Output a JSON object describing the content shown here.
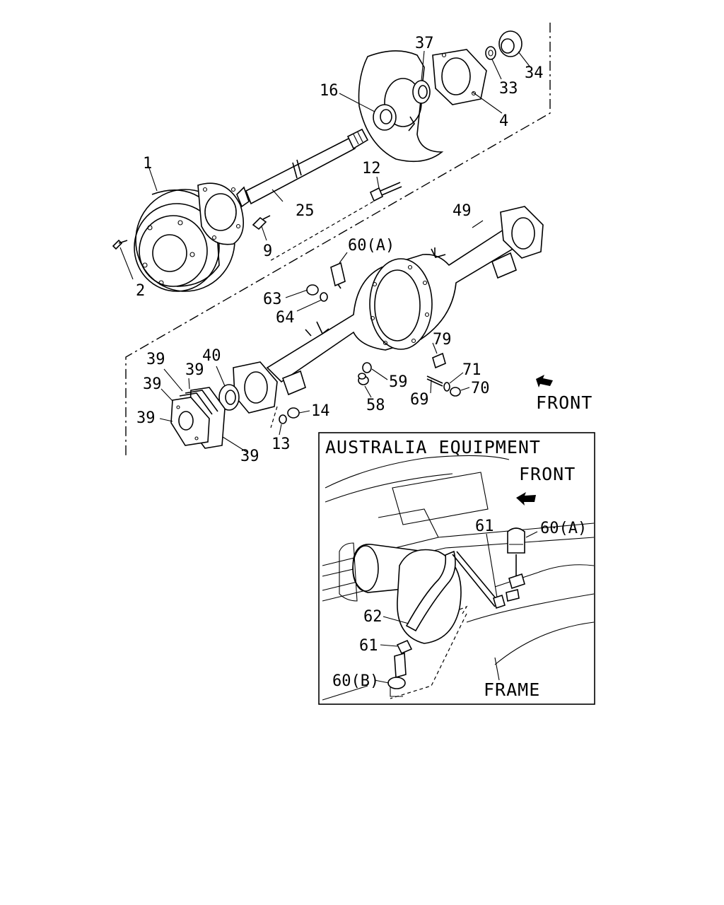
{
  "labels": {
    "p1": "1",
    "p2": "2",
    "p4": "4",
    "p9": "9",
    "p12": "12",
    "p13": "13",
    "p14": "14",
    "p16": "16",
    "p25": "25",
    "p33": "33",
    "p34": "34",
    "p37": "37",
    "p39a": "39",
    "p39b": "39",
    "p39c": "39",
    "p39d": "39",
    "p39e": "39",
    "p40": "40",
    "p49": "49",
    "p58": "58",
    "p59": "59",
    "p60a": "60(A)",
    "p63": "63",
    "p64": "64",
    "p69": "69",
    "p70": "70",
    "p71": "71",
    "p79": "79",
    "front": "FRONT"
  },
  "inset": {
    "title": "AUSTRALIA EQUIPMENT",
    "front": "FRONT",
    "frame": "FRAME",
    "p60a": "60(A)",
    "p60b": "60(B)",
    "p61a": "61",
    "p61b": "61",
    "p62": "62"
  }
}
